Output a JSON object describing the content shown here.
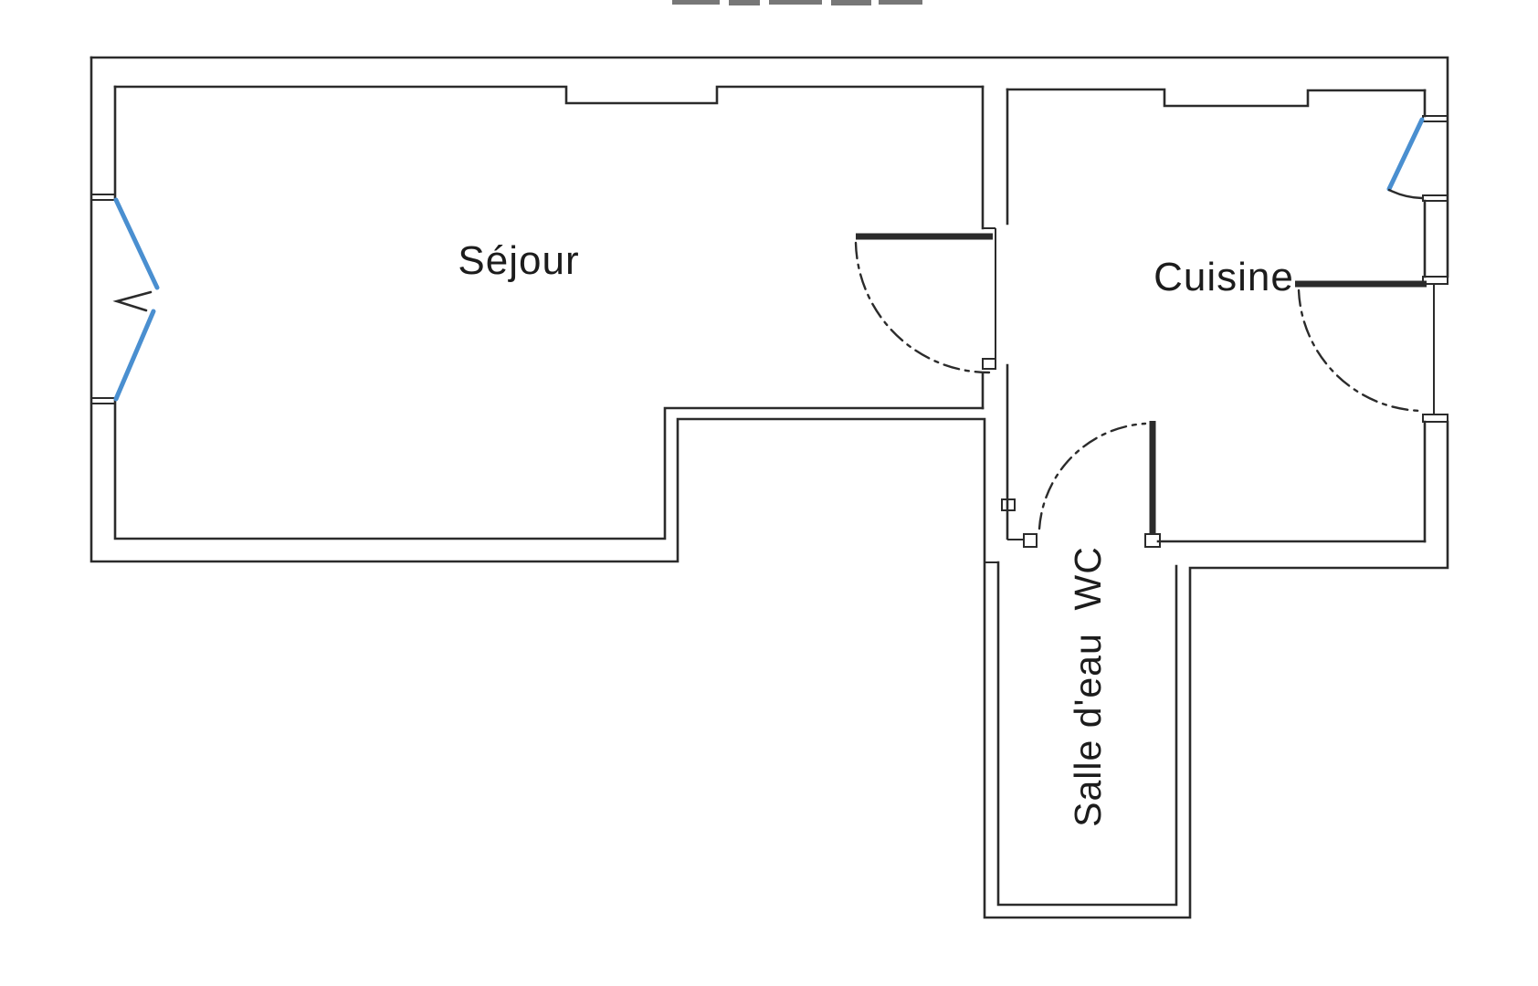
{
  "rooms": {
    "sejour": {
      "label": "Séjour"
    },
    "cuisine": {
      "label": "Cuisine"
    },
    "salle_eau": {
      "label": "Salle d'eau  WC"
    }
  },
  "colors": {
    "wall": "#2b2b2b",
    "window": "#4a8fd0",
    "label_text": "#1c1c1c",
    "paper": "#ffffff",
    "scan_artifact": "#4a4a4a"
  }
}
